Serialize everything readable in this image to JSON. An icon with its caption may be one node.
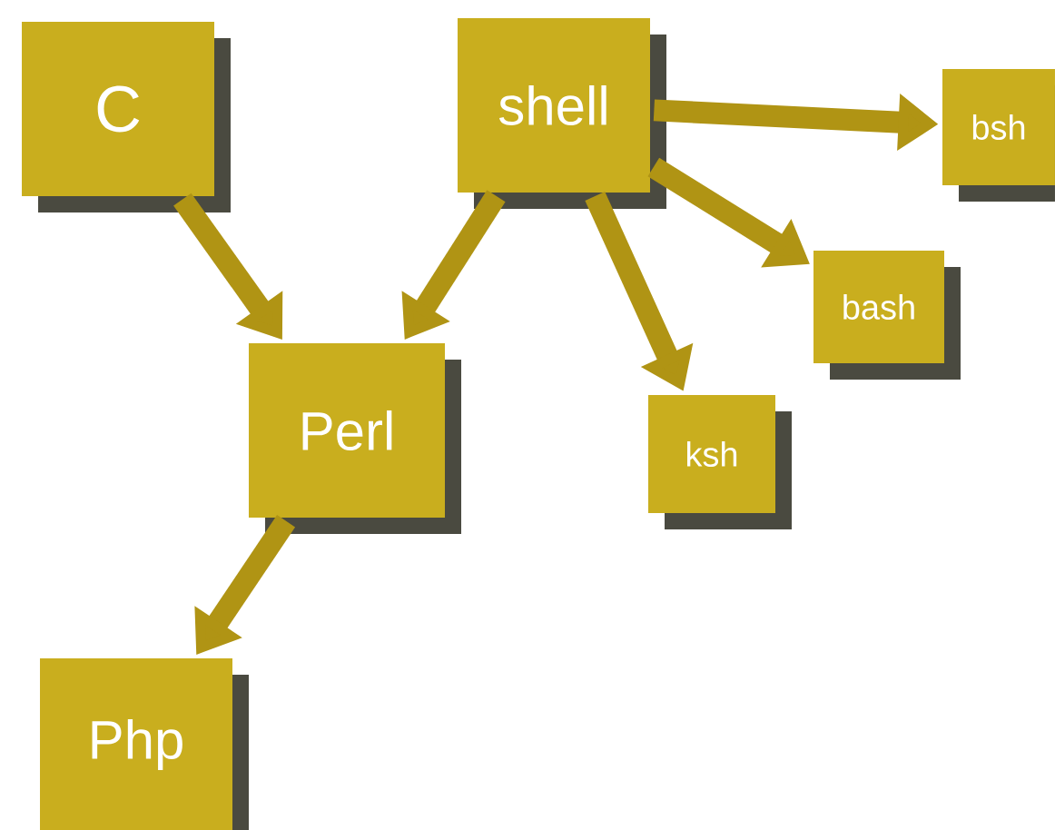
{
  "diagram": {
    "nodes": [
      {
        "text": [
          "C"
        ]
      },
      {
        "text": [
          "shell"
        ]
      },
      {
        "text": [
          "bsh"
        ]
      },
      {
        "text": [
          "bash"
        ]
      },
      {
        "text": [
          "Perl"
        ]
      },
      {
        "text": [
          "ksh"
        ]
      },
      {
        "text": [
          "Php"
        ]
      }
    ],
    "edges": [
      {
        "from": 0,
        "to": 4,
        "arrow": "to"
      },
      {
        "from": 1,
        "to": 4,
        "arrow": "to"
      },
      {
        "from": 1,
        "to": 2,
        "arrow": "to"
      },
      {
        "from": 1,
        "to": 3,
        "arrow": "to"
      },
      {
        "from": 1,
        "to": 5,
        "arrow": "to"
      },
      {
        "from": 4,
        "to": 6,
        "arrow": "to"
      }
    ]
  }
}
